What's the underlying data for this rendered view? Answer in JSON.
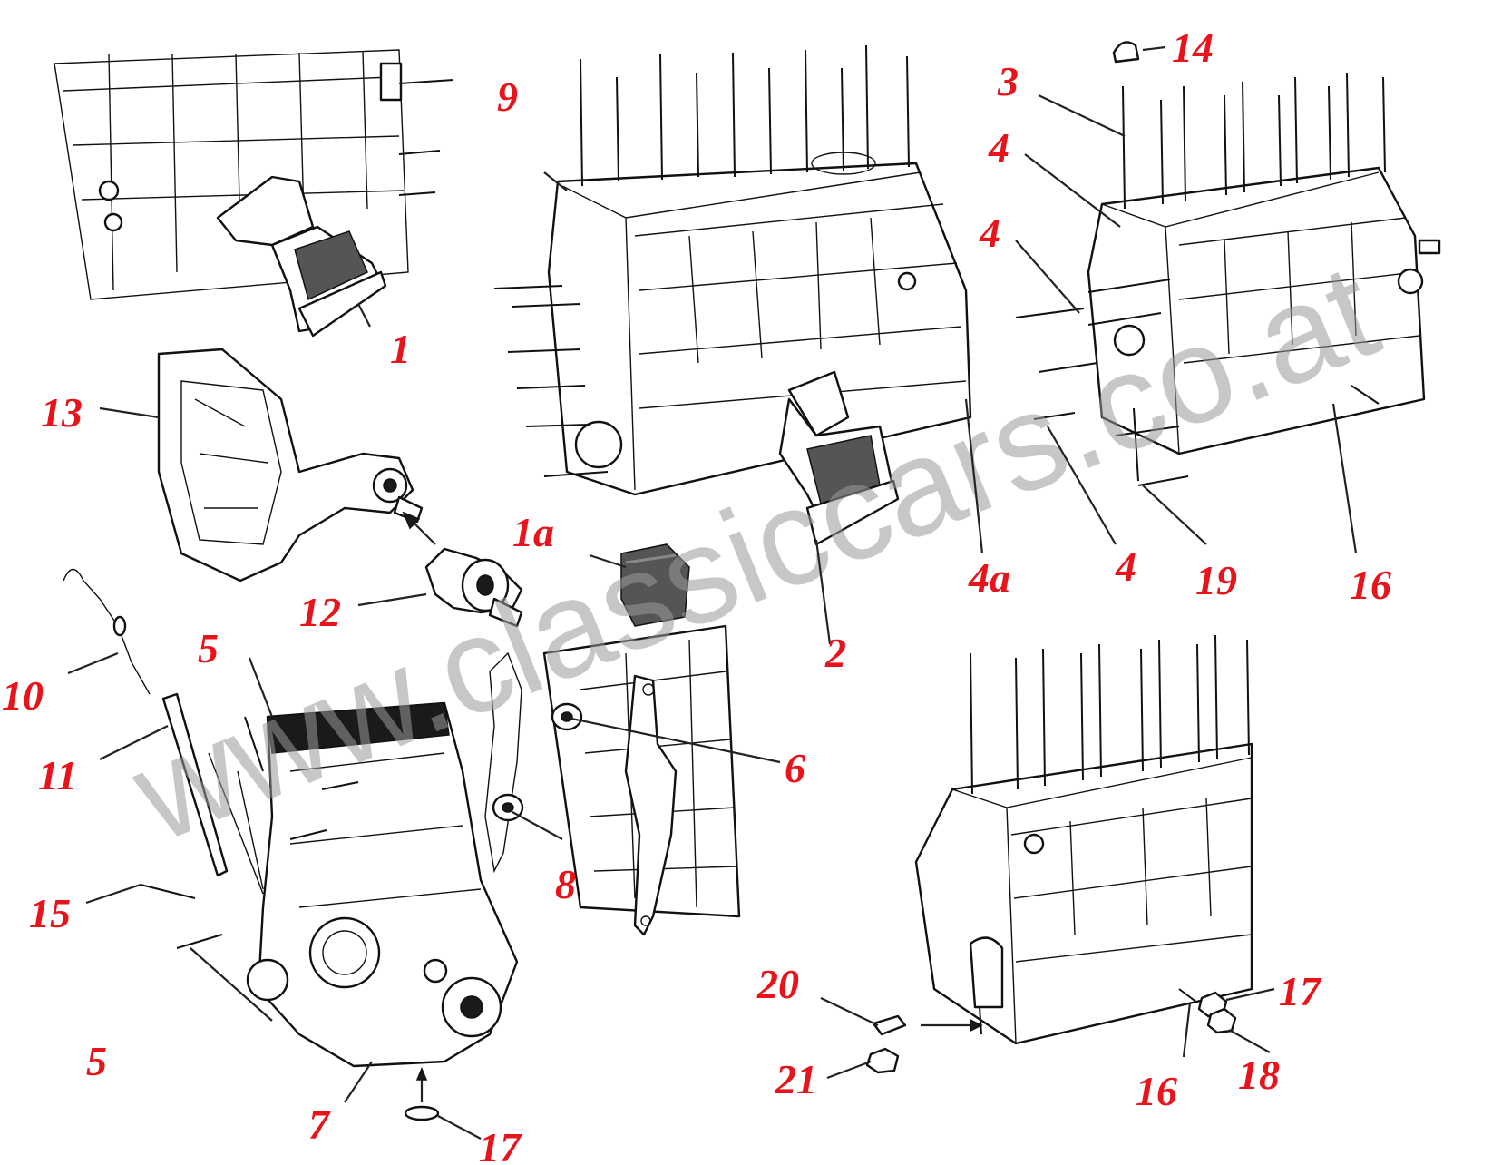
{
  "watermark": "www.classiccars.co.at",
  "callouts": {
    "c1": "1",
    "c1a": "1a",
    "c2": "2",
    "c3": "3",
    "c4_top": "4",
    "c4_mid": "4",
    "c4_low": "4",
    "c4a": "4a",
    "c5_top": "5",
    "c5_bottom": "5",
    "c6": "6",
    "c7": "7",
    "c8": "8",
    "c9": "9",
    "c10": "10",
    "c11": "11",
    "c12": "12",
    "c13": "13",
    "c14": "14",
    "c15": "15",
    "c16_right": "16",
    "c16_bottom": "16",
    "c17_right": "17",
    "c17_bottom": "17",
    "c18": "18",
    "c19": "19",
    "c20": "20",
    "c21": "21"
  },
  "colors": {
    "callout": "#e8141b",
    "line_art": "#111111",
    "watermark": "#9a9a9a"
  }
}
